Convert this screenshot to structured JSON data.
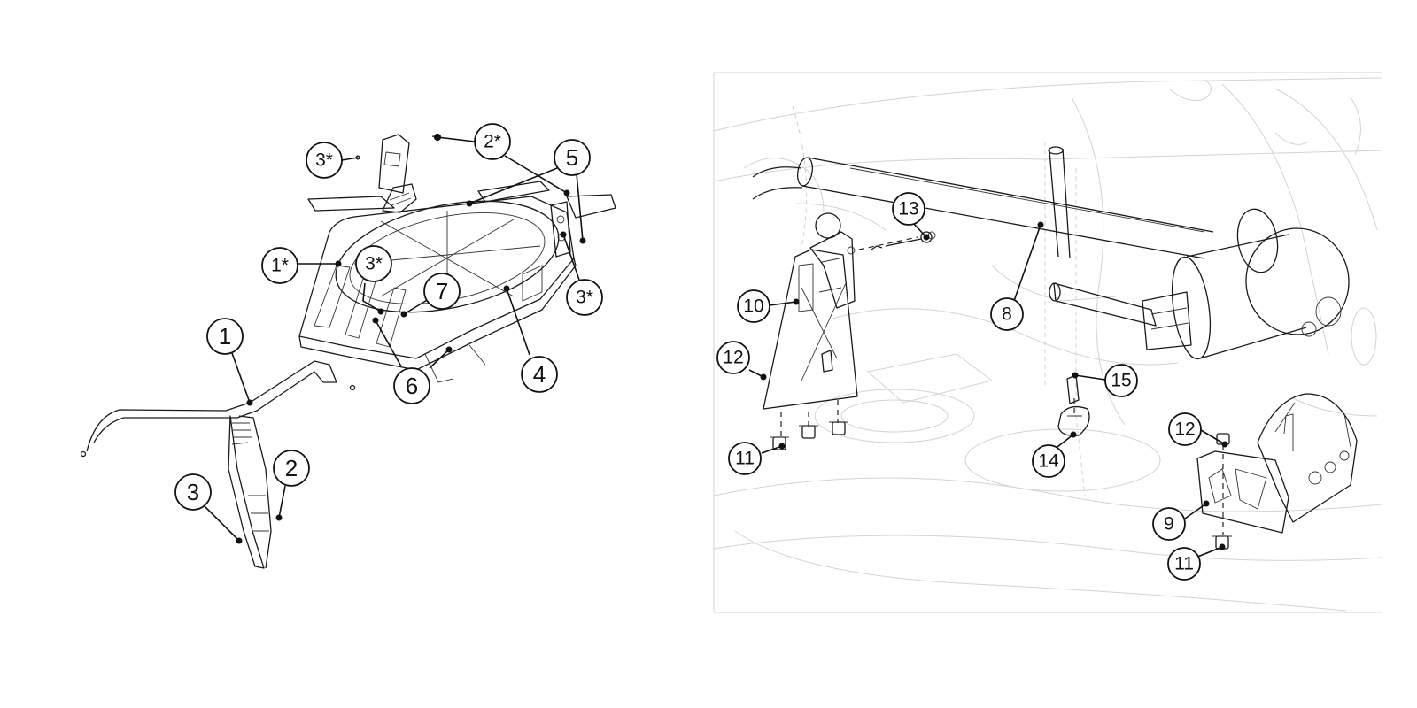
{
  "left_callouts": [
    {
      "label": "3*"
    },
    {
      "label": "2*"
    },
    {
      "label": "5"
    },
    {
      "label": "1*"
    },
    {
      "label": "3*"
    },
    {
      "label": "7"
    },
    {
      "label": "3*"
    },
    {
      "label": "1"
    },
    {
      "label": "6"
    },
    {
      "label": "4"
    },
    {
      "label": "2"
    },
    {
      "label": "3"
    }
  ],
  "right_callouts": [
    {
      "label": "13"
    },
    {
      "label": "8"
    },
    {
      "label": "10"
    },
    {
      "label": "12"
    },
    {
      "label": "15"
    },
    {
      "label": "12"
    },
    {
      "label": "11"
    },
    {
      "label": "14"
    },
    {
      "label": "9"
    },
    {
      "label": "11"
    }
  ]
}
